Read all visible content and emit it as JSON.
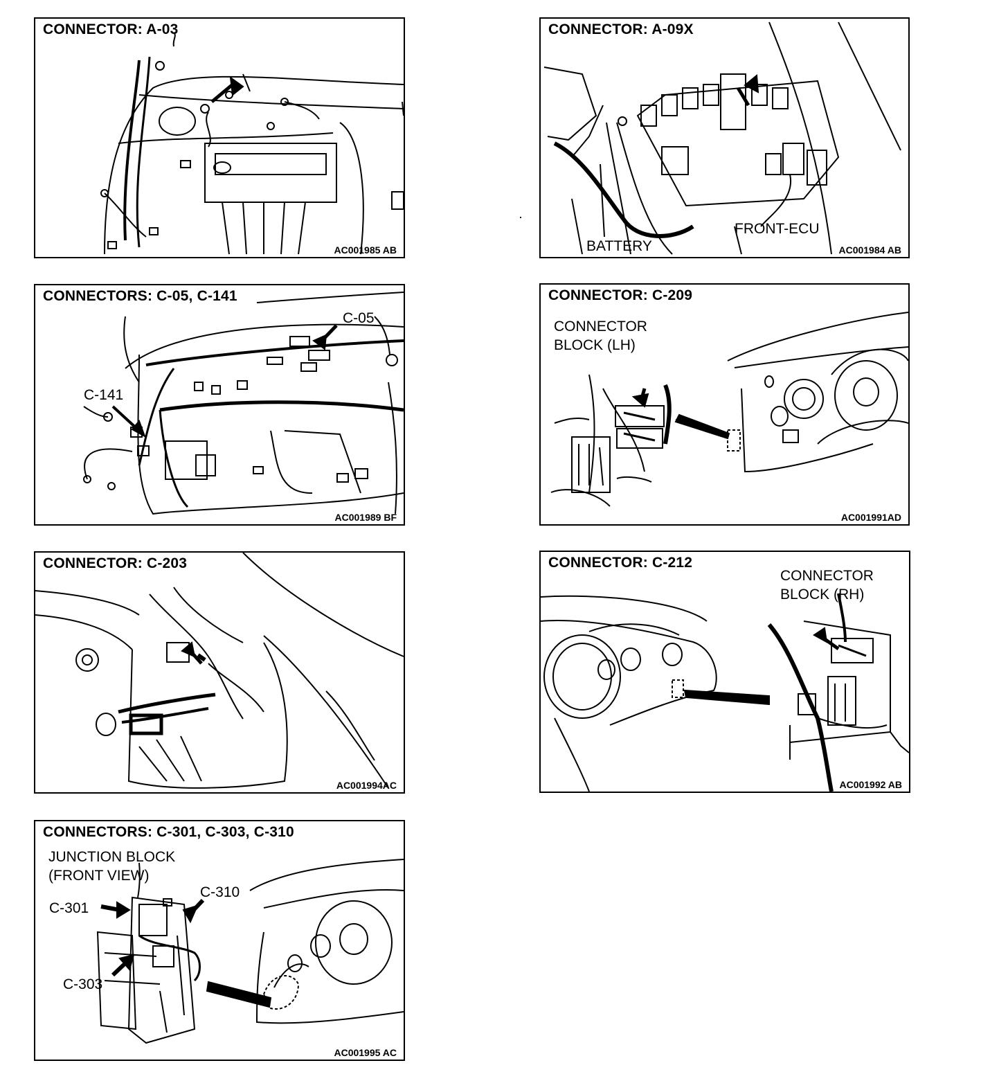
{
  "panels": {
    "a03": {
      "title": "CONNECTOR: A-03",
      "code": "AC001985 AB"
    },
    "a09x": {
      "title": "CONNECTOR: A-09X",
      "code": "AC001984 AB",
      "label_battery": "BATTERY",
      "label_ecu": "FRONT-ECU"
    },
    "c05": {
      "title": "CONNECTORS: C-05, C-141",
      "code": "AC001989 BF",
      "label_c05": "C-05",
      "label_c141": "C-141"
    },
    "c209": {
      "title": "CONNECTOR: C-209",
      "code": "AC001991AD",
      "label_line1": "CONNECTOR",
      "label_line2": "BLOCK (LH)"
    },
    "c203": {
      "title": "CONNECTOR: C-203",
      "code": "AC001994AC"
    },
    "c212": {
      "title": "CONNECTOR: C-212",
      "code": "AC001992 AB",
      "label_line1": "CONNECTOR",
      "label_line2": "BLOCK (RH)"
    },
    "c301": {
      "title": "CONNECTORS: C-301, C-303, C-310",
      "code": "AC001995 AC",
      "label_line1": "JUNCTION BLOCK",
      "label_line2": "(FRONT VIEW)",
      "label_c301": "C-301",
      "label_c310": "C-310",
      "label_c303": "C-303"
    }
  }
}
